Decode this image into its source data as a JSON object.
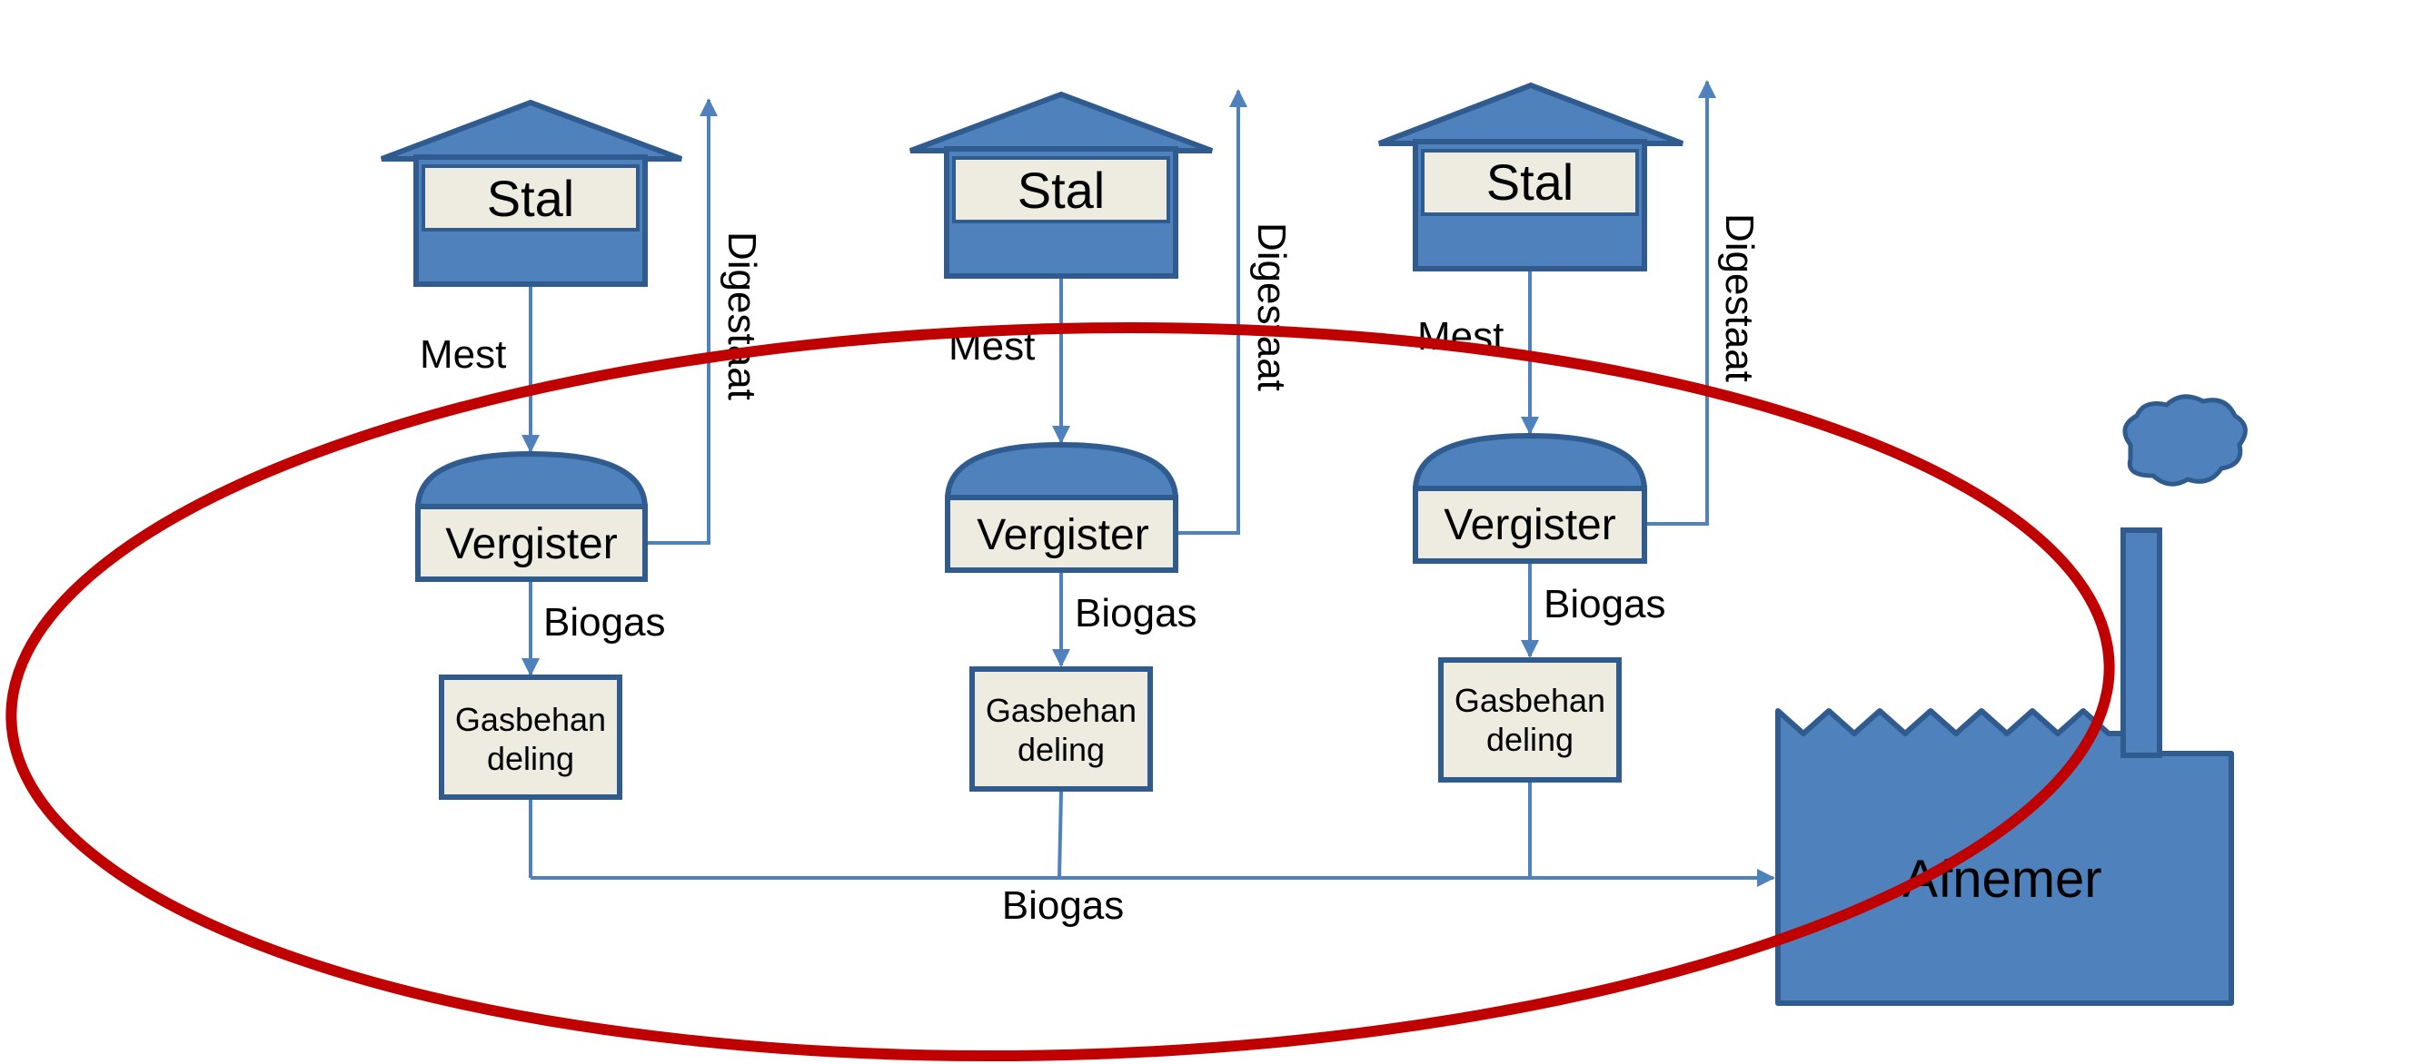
{
  "colors": {
    "fill": "#4f81bd",
    "stroke": "#2f5b8f",
    "label_box": "#eeece1",
    "arrow": "#4f81bd",
    "ellipse": "#c00000"
  },
  "units": [
    {
      "stal_label": "Stal",
      "mest_label": "Mest",
      "digestaat_label": "Digestaat",
      "vergister_label": "Vergister",
      "biogas_label": "Biogas",
      "gasbehandeling_line1": "Gasbehan",
      "gasbehandeling_line2": "deling"
    },
    {
      "stal_label": "Stal",
      "mest_label": "Mest",
      "digestaat_label": "Digestaat",
      "vergister_label": "Vergister",
      "biogas_label": "Biogas",
      "gasbehandeling_line1": "Gasbehan",
      "gasbehandeling_line2": "deling"
    },
    {
      "stal_label": "Stal",
      "mest_label": "Mest",
      "digestaat_label": "Digestaat",
      "vergister_label": "Vergister",
      "biogas_label": "Biogas",
      "gasbehandeling_line1": "Gasbehan",
      "gasbehandeling_line2": "deling"
    }
  ],
  "bottom_flow_label": "Biogas",
  "afnemer_label": "Afnemer"
}
